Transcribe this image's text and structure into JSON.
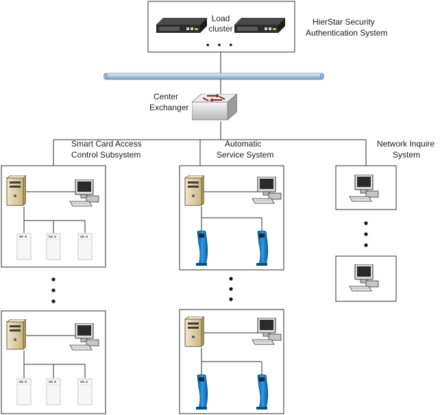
{
  "top": {
    "load_cluster_line1": "Load",
    "load_cluster_line2": "cluster",
    "dots": "• • •",
    "system_line1": "HierStar Security",
    "system_line2": "Authentication System"
  },
  "exchanger": {
    "line1": "Center",
    "line2": "Exchanger"
  },
  "branches": [
    {
      "line1": "Smart Card Access",
      "line2": "Control Subsystem"
    },
    {
      "line1": "Automatic",
      "line2": "Service System"
    },
    {
      "line1": "Network Inquire",
      "line2": "System"
    }
  ],
  "colors": {
    "line": "#2b2b2b",
    "bus": "#bcd6ec",
    "kiosk": "#1a86d6",
    "server": "#d8c9a0",
    "cabinet": "#f2f2f2"
  },
  "icons": [
    "server-icon",
    "workstation-icon",
    "switch-icon",
    "kiosk-icon",
    "card-cabinet-icon",
    "rack-server-icon"
  ]
}
